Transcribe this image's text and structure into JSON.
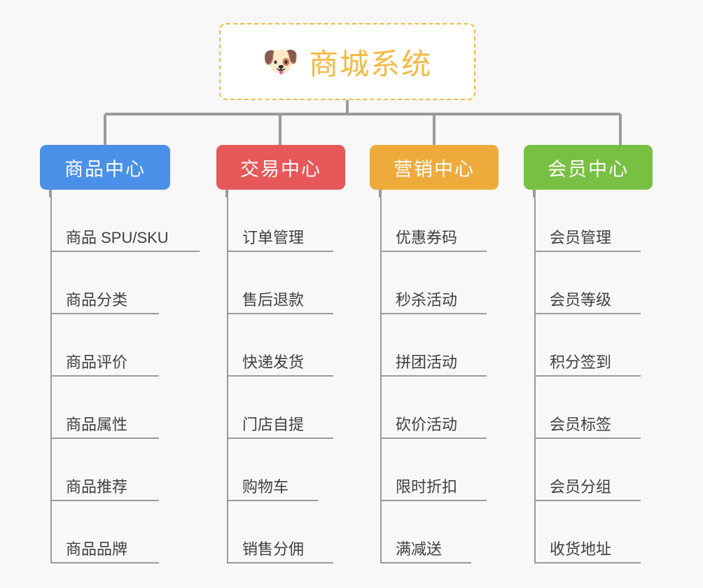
{
  "background_color": "#f8f8f8",
  "root": {
    "icon": "shiba-dog-face-emoji",
    "emoji": "🐶",
    "title": "商城系统",
    "text_color": "#f5b942",
    "border_color": "#f5b942",
    "fill_color": "#ffffff"
  },
  "connector_color": "#9a9a9a",
  "categories": [
    {
      "label": "商品中心",
      "color": "#4a90e8",
      "items": [
        {
          "label": "商品 SPU/SKU"
        },
        {
          "label": "商品分类"
        },
        {
          "label": "商品评价"
        },
        {
          "label": "商品属性"
        },
        {
          "label": "商品推荐"
        },
        {
          "label": "商品品牌"
        }
      ]
    },
    {
      "label": "交易中心",
      "color": "#e8585a",
      "items": [
        {
          "label": "订单管理"
        },
        {
          "label": "售后退款"
        },
        {
          "label": "快递发货"
        },
        {
          "label": "门店自提"
        },
        {
          "label": "购物车"
        },
        {
          "label": "销售分佣"
        }
      ]
    },
    {
      "label": "营销中心",
      "color": "#eeab3c",
      "items": [
        {
          "label": "优惠券码"
        },
        {
          "label": "秒杀活动"
        },
        {
          "label": "拼团活动"
        },
        {
          "label": "砍价活动"
        },
        {
          "label": "限时折扣"
        },
        {
          "label": "满减送"
        }
      ]
    },
    {
      "label": "会员中心",
      "color": "#78c043",
      "items": [
        {
          "label": "会员管理"
        },
        {
          "label": "会员等级"
        },
        {
          "label": "积分签到"
        },
        {
          "label": "会员标签"
        },
        {
          "label": "会员分组"
        },
        {
          "label": "收货地址"
        }
      ]
    }
  ]
}
